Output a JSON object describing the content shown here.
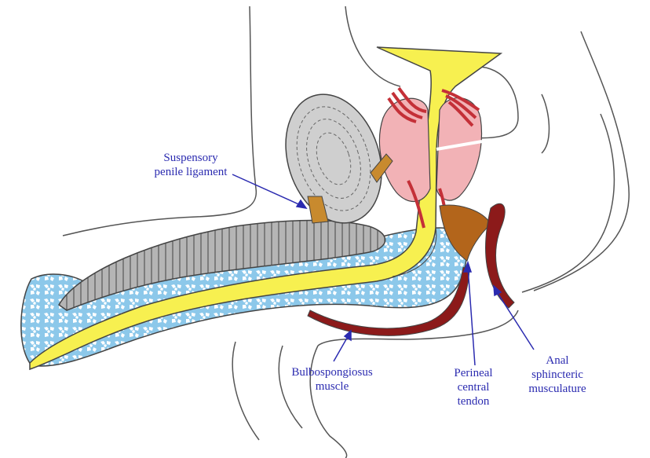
{
  "labels": {
    "suspensory": "Suspensory\npenile ligament",
    "bulbospongiosus": "Bulbospongiosus\nmuscle",
    "perineal": "Perineal\ncentral\ntendon",
    "anal": "Anal\nsphincteric\nmusculature"
  },
  "colors": {
    "outline": "#555555",
    "erectile_gray": "#b5b5b5",
    "spongy_blue": "#8cc8ea",
    "urethra_yellow": "#f7f050",
    "prostate_pink": "#f2b2b6",
    "muscle_red": "#c43038",
    "tendon_brown": "#b3651b",
    "sphincter_maroon": "#8c1a1a",
    "label_blue": "#2b2bb0"
  }
}
